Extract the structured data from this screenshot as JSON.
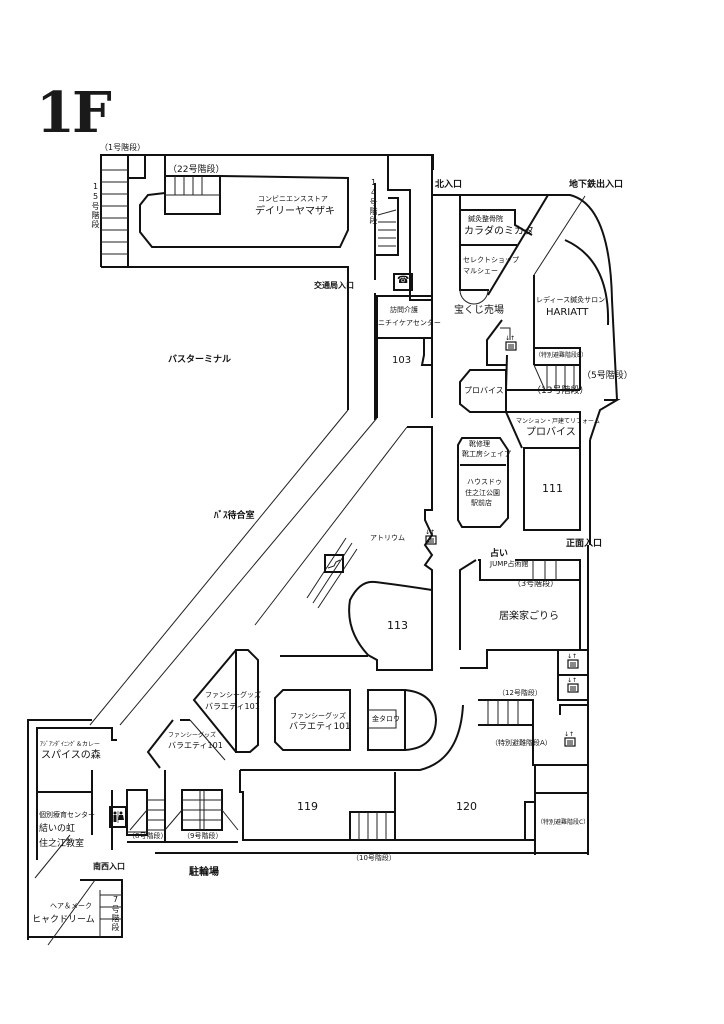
{
  "floor": "1F",
  "entrances": {
    "north": "北入口",
    "subway": "地下鉄出入口",
    "transport_bureau": "交通局入口",
    "front": "正面入口",
    "southwest": "南西入口"
  },
  "areas": {
    "bus_terminal": "バスターミナル",
    "bus_waiting_room": "ﾊﾞｽ待合室",
    "atrium": "アトリウム",
    "lottery": "宝くじ売場",
    "bicycle_parking": "駐輪場"
  },
  "stairs": {
    "s1": "（1号階段）",
    "s22": "（22号階段）",
    "s15": "15号階段",
    "s14": "14号階段",
    "s13": "（13号階段）",
    "s5": "（5号階段）",
    "s3": "（3号階段）",
    "s12": "（12号階段）",
    "s10": "（10号階段）",
    "s8": "（8号階段）",
    "s9": "（9号階段）",
    "s7": "7号階段",
    "evac_a": "（特別避難階段A）",
    "evac_b": "（特別避難階段B）",
    "evac_c": "（特別避難階段C）"
  },
  "shops": {
    "daily_yamazaki": {
      "category": "コンビニエンスストア",
      "name": "デイリーヤマザキ"
    },
    "karada": {
      "category": "鍼灸整骨院",
      "name": "カラダのミカタ"
    },
    "marche": {
      "category": "セレクトショップ",
      "name": "マルシェー"
    },
    "hariatt": {
      "category": "レディース鍼灸サロン",
      "name": "HARIATT"
    },
    "nichii": {
      "category": "訪問介護",
      "name": "ニチイケアセンター"
    },
    "unit_103": "103",
    "provise1": "プロバイス",
    "provise2": {
      "category": "マンション・戸建てリフォーム",
      "name": "プロバイス"
    },
    "shoe": {
      "category": "靴修理",
      "name": "靴工房シェイプ"
    },
    "housedo": {
      "line1": "ハウスドゥ",
      "line2": "住之江公園",
      "line3": "駅前店"
    },
    "unit_111": "111",
    "uranai": {
      "category": "占い",
      "name": "JUMP占術館"
    },
    "gorira": "居楽家ごりら",
    "unit_113": "113",
    "fancy1": {
      "category": "ファンシーグッズ",
      "name": "バラエティ101"
    },
    "fancy2": {
      "category": "ファンシーグッズ",
      "name": "バラエティ101"
    },
    "fancy3": {
      "category": "ファンシーグッズ",
      "name": "バラエティ101"
    },
    "kintarou": "金タロウ",
    "spice": {
      "category": "ｱｼﾞｱﾝﾀﾞｲﾆﾝｸﾞ＆カレー",
      "name": "スパイスの森"
    },
    "yuinoniji": {
      "category": "個別療育センター",
      "line1": "結いの虹",
      "line2": "住之江教室"
    },
    "unit_119": "119",
    "unit_120": "120",
    "hair": {
      "category": "ヘア＆メーク",
      "name": "ヒャクドリーム"
    }
  },
  "icons": {
    "phone": "☎",
    "elevator": "elevator",
    "restroom": "restroom",
    "escalator": "escalator"
  }
}
